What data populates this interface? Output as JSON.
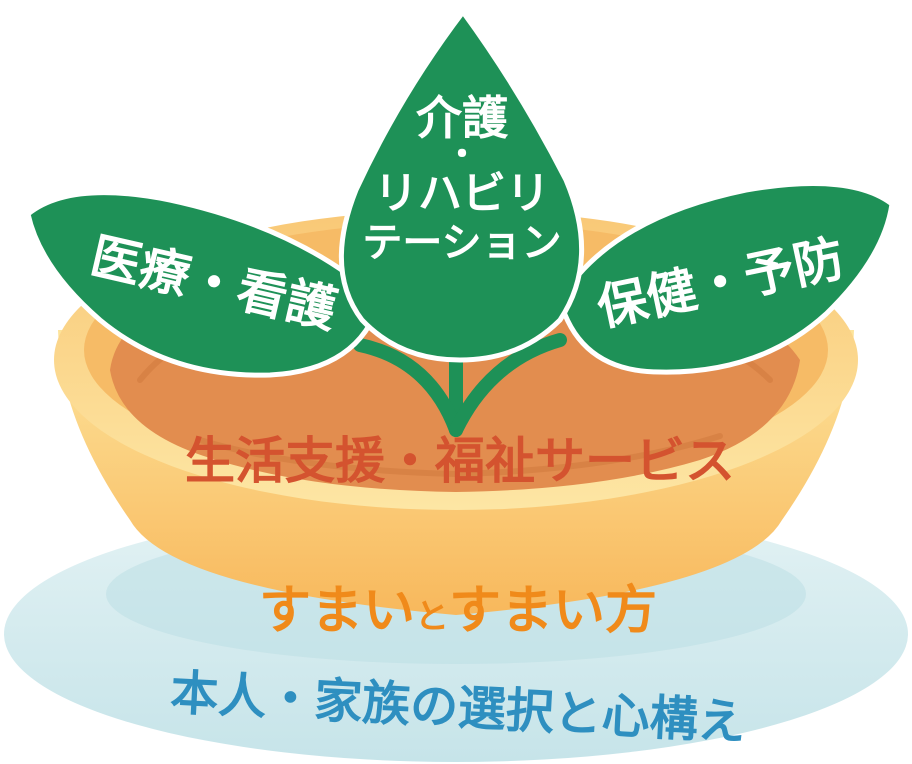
{
  "leaves": {
    "left": "医療・看護",
    "center_line1": "介護",
    "center_line2": "・",
    "center_line3": "リハビリ",
    "center_line4": "テーション",
    "right": "保健・予防"
  },
  "layers": {
    "soil": "生活支援・福祉サービス",
    "pot_prefix": "すまい",
    "pot_particle": "と",
    "pot_suffix": "すまい方",
    "base": "本人・家族の選択と心構え"
  },
  "colors": {
    "leaf": "#1e9157",
    "leaf_stroke": "#ffffff",
    "stem": "#1e9157",
    "pot_rim": "#fbd889",
    "pot_body": "#fbc06a",
    "soil": "#e08c4e",
    "soil_text": "#d05230",
    "pot_text": "#f08a1a",
    "base_plate": "#cfe9ec",
    "base_text": "#2e8fc0"
  }
}
